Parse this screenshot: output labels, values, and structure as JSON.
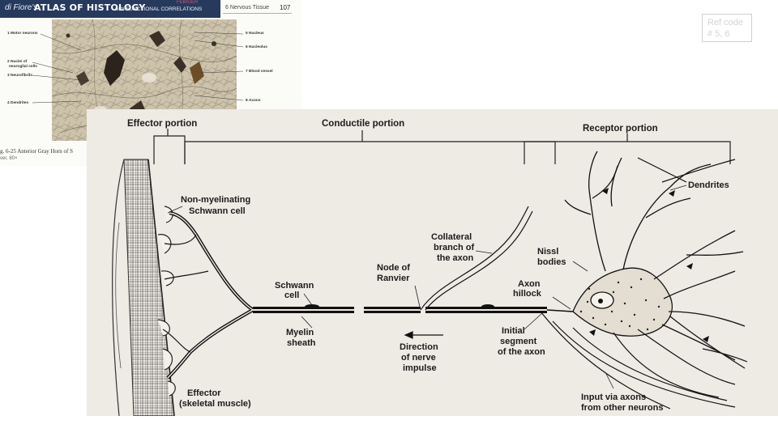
{
  "atlas": {
    "brand": "di Fiore's",
    "title": "ATLAS OF HISTOLOGY",
    "subtitle": "with FUNCTIONAL CORRELATIONS",
    "publisher_mark": "FEBIGER",
    "chapter": "6   Nervous Tissue",
    "page_number": "107",
    "labels_left": [
      "1 Motor neurons",
      "2 Nuclei of",
      "neuroglial cells",
      "3 Neurofibrils",
      "4 Dendrites"
    ],
    "labels_right": [
      "5 Nucleus",
      "6 Nucleolus",
      "7 Blood vessel",
      "8 Axons"
    ],
    "caption": "g. 6-25   Anterior Gray Horn of S",
    "magnification": "ver, 80×"
  },
  "ref_code": {
    "line1": "Ref code",
    "line2": "# 5, 6"
  },
  "diagram": {
    "headers": {
      "effector_portion": "Effector portion",
      "conductile_portion": "Conductile portion",
      "receptor_portion": "Receptor portion"
    },
    "labels": {
      "non_myelinating_1": "Non-myelinating",
      "non_myelinating_2": "Schwann cell",
      "schwann_1": "Schwann",
      "schwann_2": "cell",
      "myelin_1": "Myelin",
      "myelin_2": "sheath",
      "node_1": "Node of",
      "node_2": "Ranvier",
      "collateral_1": "Collateral",
      "collateral_2": "branch of",
      "collateral_3": "the axon",
      "direction_1": "Direction",
      "direction_2": "of nerve",
      "direction_3": "impulse",
      "nissl_1": "Nissl",
      "nissl_2": "bodies",
      "hillock_1": "Axon",
      "hillock_2": "hillock",
      "initial_1": "Initial",
      "initial_2": "segment",
      "initial_3": "of the axon",
      "dendrites": "Dendrites",
      "input_1": "Input via axons",
      "input_2": "from other neurons",
      "effector_1": "Effector",
      "effector_2": "(skeletal muscle)"
    }
  }
}
